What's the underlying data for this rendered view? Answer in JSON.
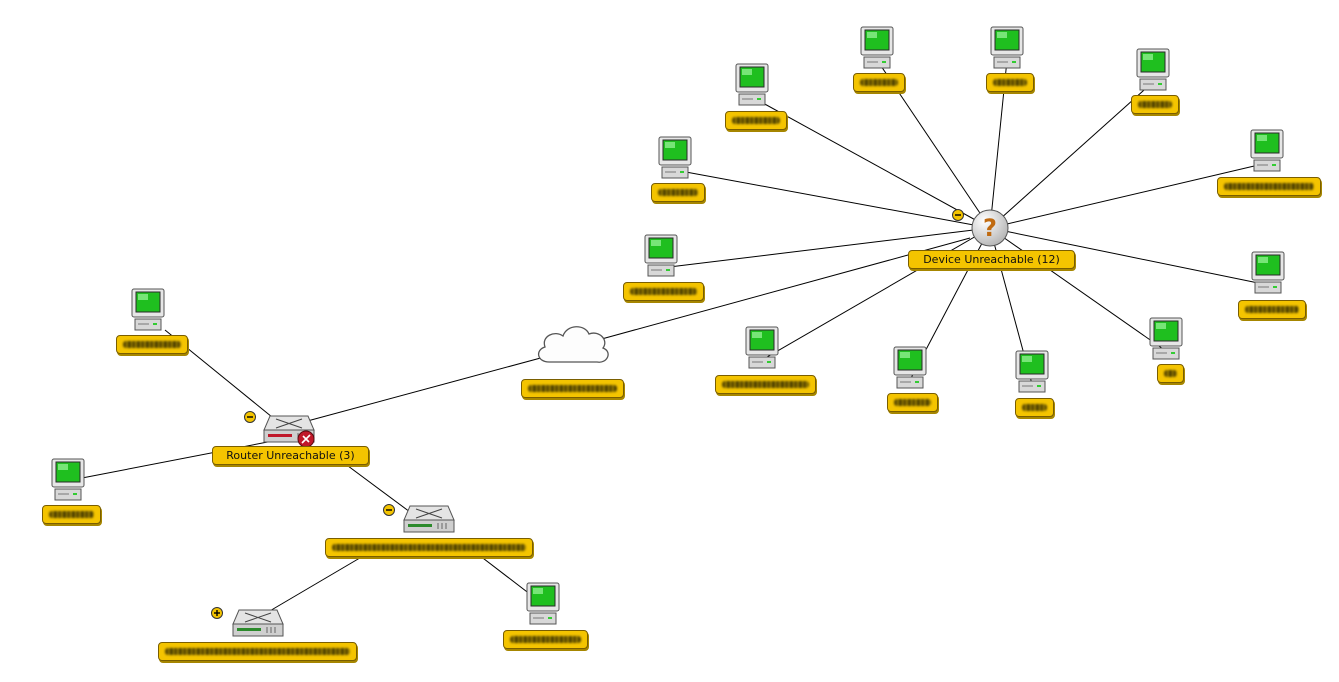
{
  "window": {
    "background": "#ffffff"
  },
  "colors": {
    "label_fill": "#f4c400",
    "label_border": "#7a5e00",
    "link": "#000000",
    "screen": "#22c022",
    "alert": "#c0182a"
  },
  "nodes": {
    "device_unreachable": {
      "label": "Device Unreachable (12)",
      "icon": "question-mark-icon",
      "collapse_toggle": "collapse-icon"
    },
    "router_unreachable": {
      "label": "Router Unreachable (3)",
      "icon": "router-alert-icon",
      "collapse_toggle": "collapse-icon"
    },
    "switch_a": {
      "label": "",
      "icon": "switch-icon",
      "collapse_toggle": "collapse-icon"
    },
    "switch_b": {
      "label": "",
      "icon": "switch-icon",
      "collapse_toggle": "expand-icon"
    },
    "cloud": {
      "label": "",
      "icon": "cloud-icon"
    }
  },
  "workstations": [
    {
      "id": "pc1",
      "label": "",
      "icon": "workstation-icon"
    },
    {
      "id": "pc2",
      "label": "",
      "icon": "workstation-icon"
    },
    {
      "id": "pc3",
      "label": "",
      "icon": "workstation-icon"
    },
    {
      "id": "pc4",
      "label": "",
      "icon": "workstation-icon"
    },
    {
      "id": "pc5",
      "label": "",
      "icon": "workstation-icon"
    },
    {
      "id": "pc6",
      "label": "",
      "icon": "workstation-icon"
    },
    {
      "id": "pc7",
      "label": "",
      "icon": "workstation-icon"
    },
    {
      "id": "pc8",
      "label": "",
      "icon": "workstation-icon"
    },
    {
      "id": "pc9",
      "label": "",
      "icon": "workstation-icon"
    },
    {
      "id": "pc10",
      "label": "",
      "icon": "workstation-icon"
    },
    {
      "id": "pc11",
      "label": "",
      "icon": "workstation-icon"
    },
    {
      "id": "pc12",
      "label": "",
      "icon": "workstation-icon"
    },
    {
      "id": "pc13",
      "label": "",
      "icon": "workstation-icon"
    },
    {
      "id": "pc14",
      "label": "",
      "icon": "workstation-icon"
    },
    {
      "id": "pc15",
      "label": "",
      "icon": "workstation-icon"
    }
  ]
}
